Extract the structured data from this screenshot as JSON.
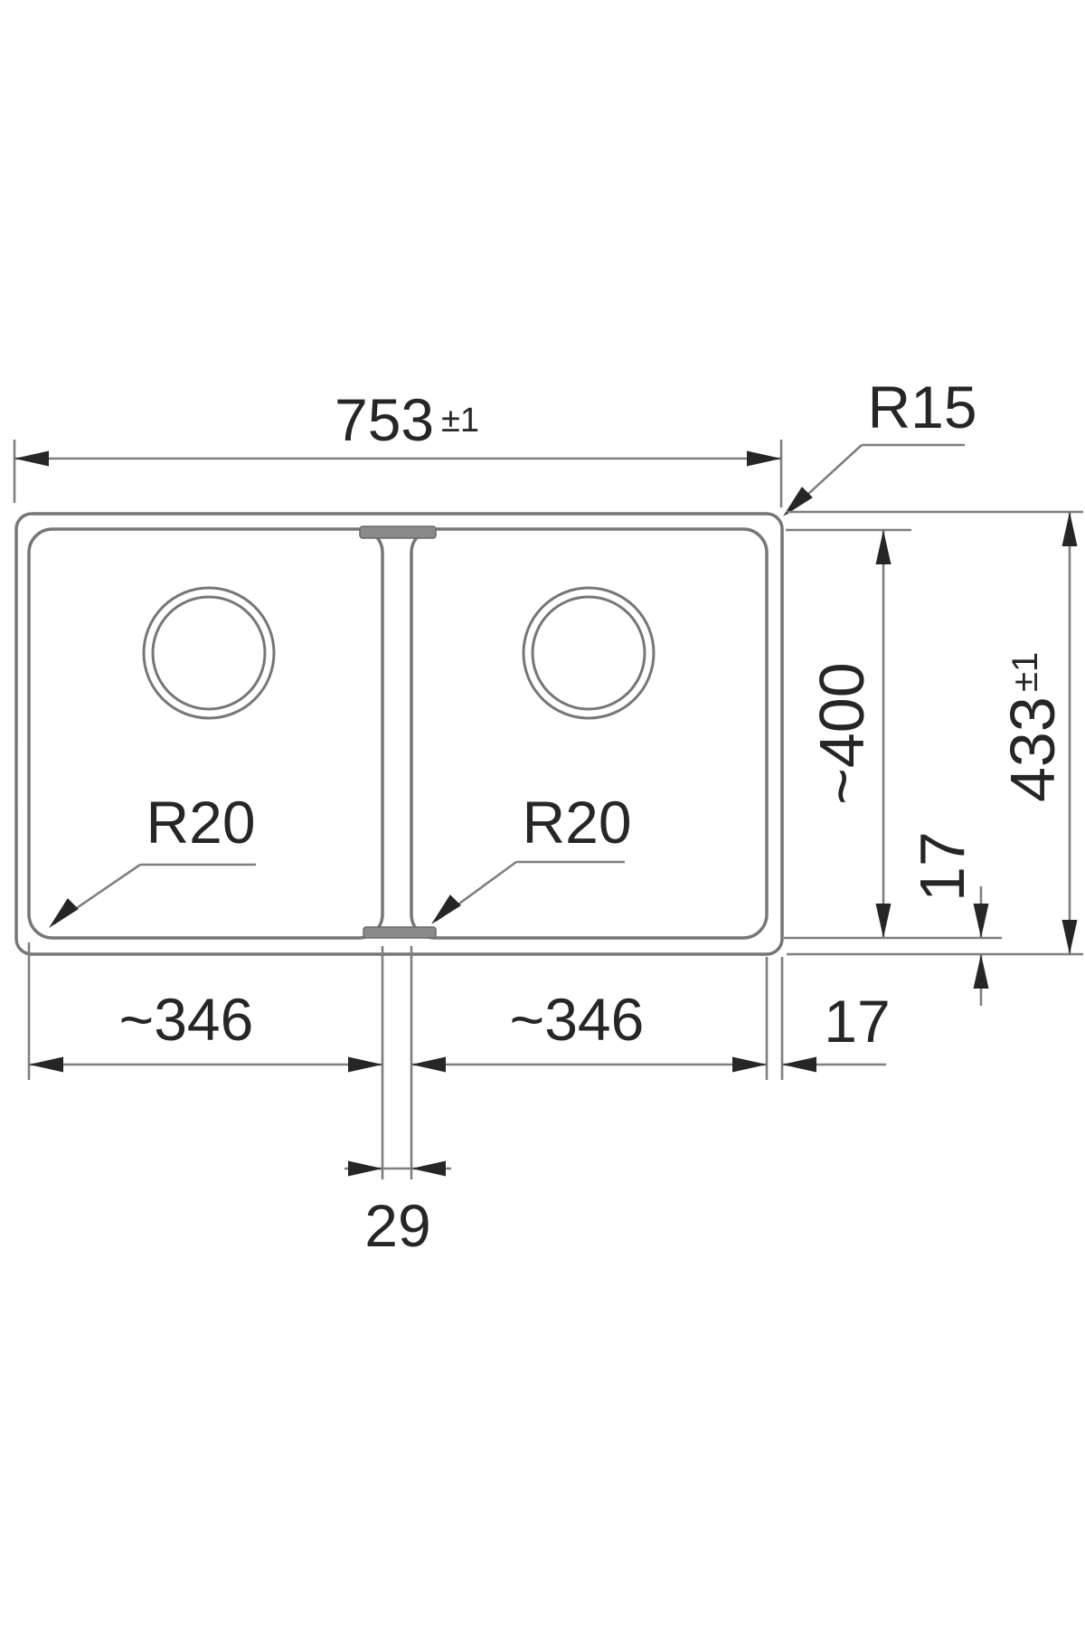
{
  "drawing": {
    "type": "technical-dimension-drawing",
    "subject": "double-bowl sink top view with dimensions",
    "labels": {
      "top_width": {
        "value": "753",
        "tolerance": "±1"
      },
      "corner_radius": "R15",
      "bowl_depth": "~400",
      "total_depth": {
        "value": "433",
        "tolerance": "±1"
      },
      "bottom_rim": "17",
      "right_rim": "17",
      "bowl_left_radius": "R20",
      "bowl_right_radius": "R20",
      "bowl_left_width": "~346",
      "bowl_right_width": "~346",
      "divider_width": "29"
    },
    "colors": {
      "background": "#ffffff",
      "outline": "#767676",
      "dimension_lines": "#7f7f7f",
      "arrowheads": "#262626",
      "text": "#262626",
      "divider_cap": "#8a8a8a"
    }
  }
}
